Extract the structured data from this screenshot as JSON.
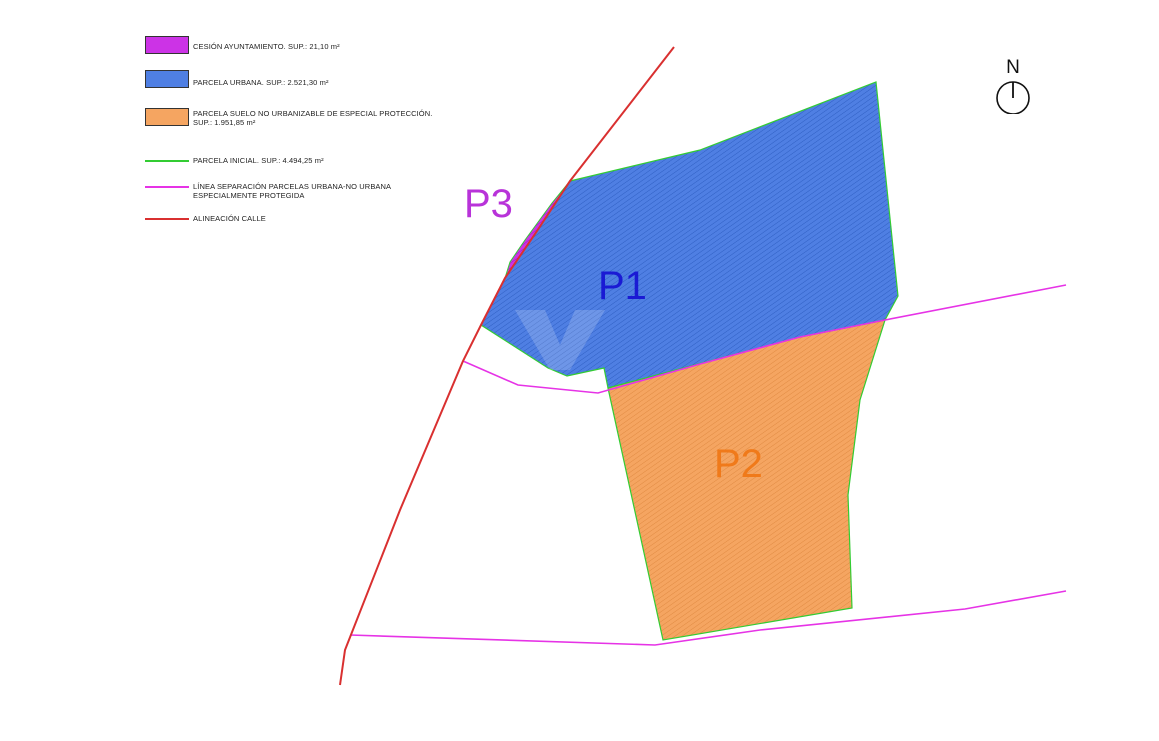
{
  "legend": {
    "items": [
      {
        "type": "fill",
        "style": "cesion",
        "line1": "CESIÓN AYUNTAMIENTO. SUP.: 21,10 m²",
        "line2": ""
      },
      {
        "type": "fill",
        "style": "urbana",
        "line1": "PARCELA URBANA. SUP.: 2.521,30 m²",
        "line2": ""
      },
      {
        "type": "fill",
        "style": "suelo",
        "line1": "PARCELA SUELO NO URBANIZABLE DE ESPECIAL PROTECCIÓN.",
        "line2": "SUP.: 1.951,85 m²"
      },
      {
        "type": "line",
        "color": "#33cc33",
        "line1": "PARCELA INICIAL. SUP.: 4.494,25 m²",
        "line2": ""
      },
      {
        "type": "line",
        "color": "#e633e6",
        "line1": "LÍNEA SEPARACIÓN PARCELAS URBANA-NO URBANA",
        "line2": "ESPECIALMENTE PROTEGIDA"
      },
      {
        "type": "line",
        "color": "#d93030",
        "line1": "ALINEACIÓN CALLE",
        "line2": ""
      }
    ]
  },
  "parcels": {
    "p1": {
      "label": "P1",
      "color": "#1a1ad4"
    },
    "p2": {
      "label": "P2",
      "color": "#f07a1a"
    },
    "p3": {
      "label": "P3",
      "color": "#b833d9"
    }
  },
  "north": {
    "label": "N"
  },
  "colors": {
    "urbana_fill": "#4f7fe3",
    "suelo_fill": "#f5a561",
    "cesion_fill": "#cc33e6",
    "boundary_green": "#33cc33",
    "separation_magenta": "#e633e6",
    "street_red": "#d93030"
  }
}
